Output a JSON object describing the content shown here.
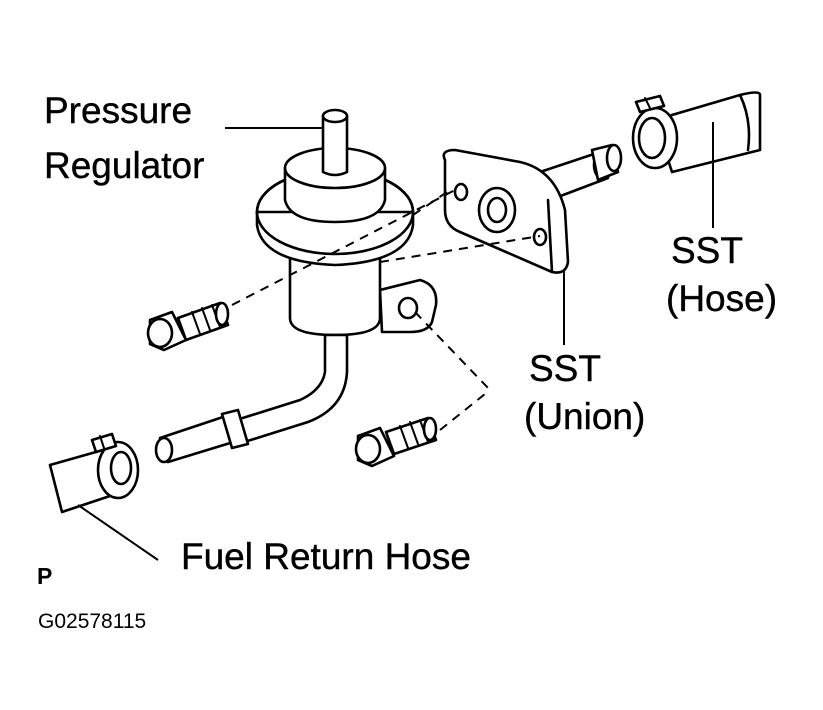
{
  "labels": {
    "pressure_regulator_line1": "Pressure",
    "pressure_regulator_line2": "Regulator",
    "sst_hose_line1": "SST",
    "sst_hose_line2": "(Hose)",
    "sst_union_line1": "SST",
    "sst_union_line2": "(Union)",
    "fuel_return_hose": "Fuel Return Hose",
    "view_letter": "P",
    "figure_code": "G02578115"
  },
  "colors": {
    "ink": "#000000",
    "background": "#ffffff"
  }
}
